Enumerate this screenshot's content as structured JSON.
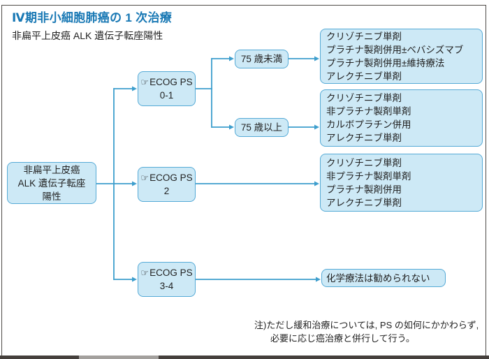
{
  "page": {
    "title": "Ⅳ期非小細胞肺癌の 1 次治療",
    "subtitle": "非扁平上皮癌 ALK 遺伝子転座陽性"
  },
  "nodes": {
    "root": {
      "lines": [
        "非扁平上皮癌",
        "ALK 遺伝子転座",
        "陽性"
      ]
    },
    "ecog01": {
      "pointer": "☞",
      "title": "ECOG PS",
      "value": "0-1"
    },
    "ecog2": {
      "pointer": "☞",
      "title": "ECOG PS",
      "value": "2"
    },
    "ecog34": {
      "pointer": "☞",
      "title": "ECOG PS",
      "value": "3-4"
    },
    "age_under75": {
      "label": "75 歳未満"
    },
    "age_over75": {
      "label": "75 歳以上"
    },
    "result_under75": {
      "lines": [
        "クリゾチニブ単剤",
        "プラチナ製剤併用±ベバシズマブ",
        "プラチナ製剤併用±維持療法",
        "アレクチニブ単剤"
      ]
    },
    "result_over75": {
      "lines": [
        "クリゾチニブ単剤",
        "非プラチナ製剤単剤",
        "カルボプラチン併用",
        "アレクチニブ単剤"
      ]
    },
    "result_ps2": {
      "lines": [
        "クリゾチニブ単剤",
        "非プラチナ製剤単剤",
        "プラチナ製剤併用",
        "アレクチニブ単剤"
      ]
    },
    "result_ps34": {
      "label": "化学療法は勧められない"
    }
  },
  "footnote": {
    "line1": "注)ただし緩和治療については, PS の如何にかかわらず,",
    "line2": "必要に応じ癌治療と併行して行う。"
  },
  "colors": {
    "title_blue": "#1878b4",
    "box_fill": "#cde9f6",
    "box_border": "#55aad6",
    "connector_blue": "#3d9ecd",
    "text": "#222222",
    "frame_border": "#4f4b48"
  }
}
